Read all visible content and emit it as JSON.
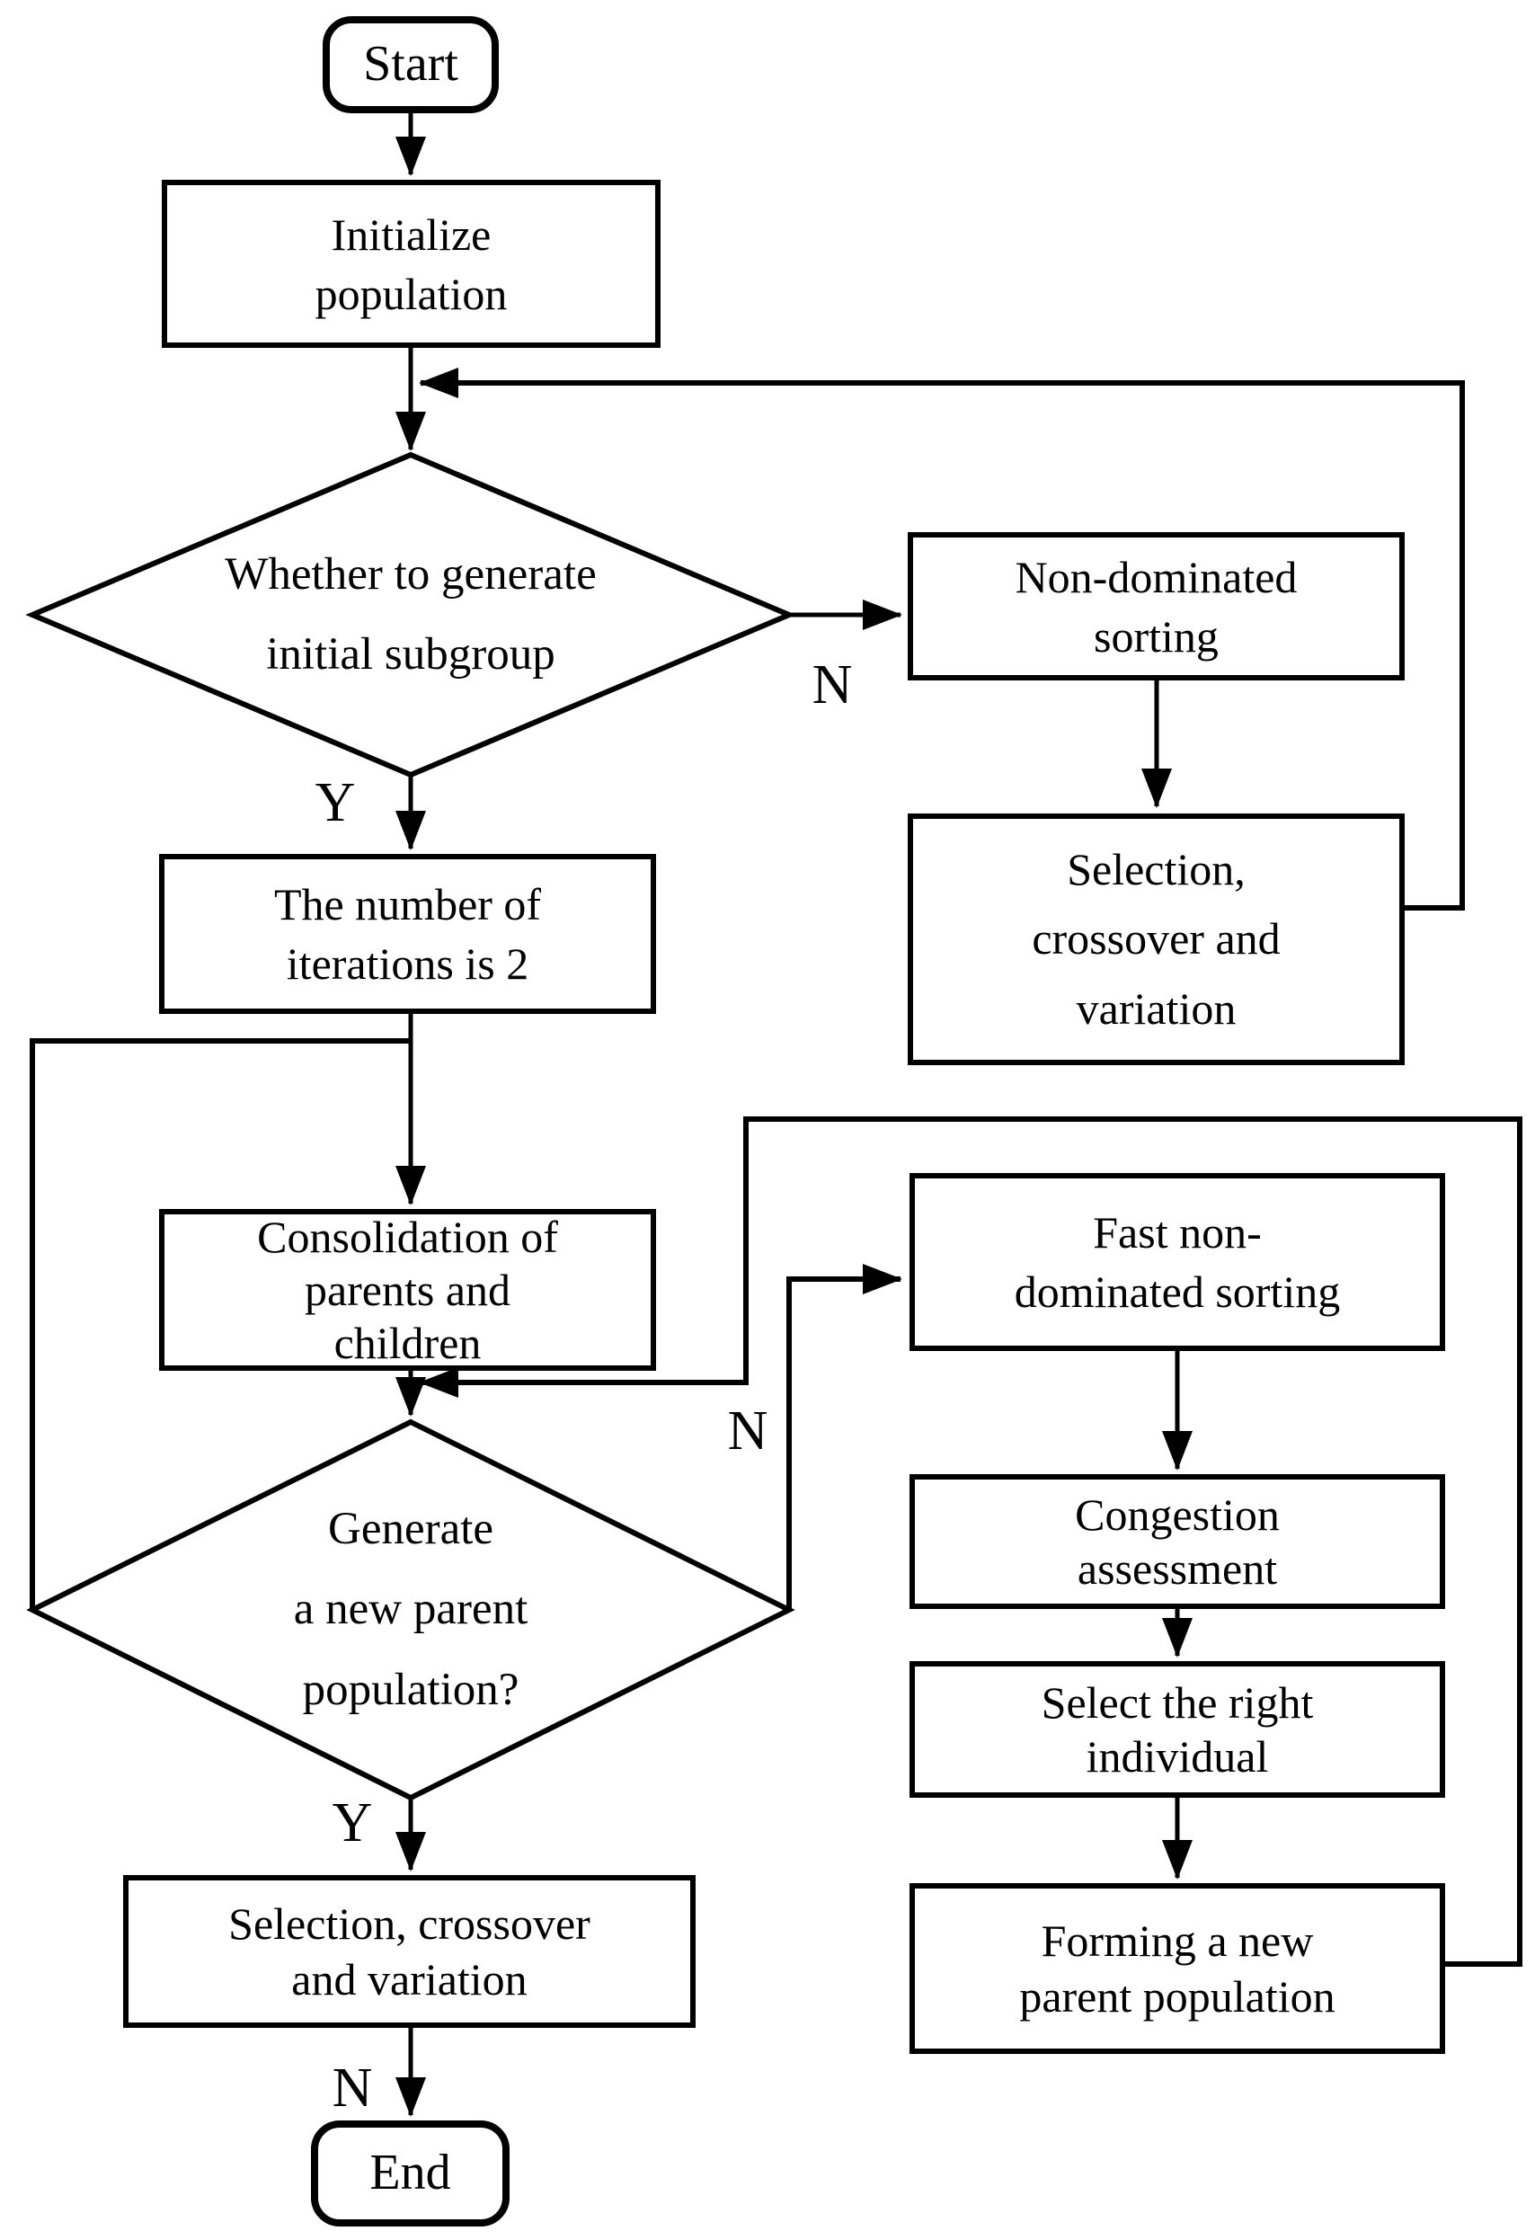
{
  "diagram": {
    "type": "flowchart",
    "colors": {
      "stroke": "#000000",
      "background": "#ffffff"
    },
    "nodes": {
      "start": {
        "label": "Start",
        "shape": "terminator"
      },
      "initialize": {
        "label": [
          "Initialize",
          "population"
        ],
        "shape": "process"
      },
      "whether_subgroup": {
        "label": [
          "Whether to generate",
          "initial subgroup"
        ],
        "shape": "decision"
      },
      "non_dominated_sorting": {
        "label": [
          "Non-dominated",
          "sorting"
        ],
        "shape": "process"
      },
      "selection_crossover_right": {
        "label": [
          "Selection,",
          "crossover and",
          "variation"
        ],
        "shape": "process"
      },
      "iterations_is_2": {
        "label": [
          "The number of",
          "iterations is 2"
        ],
        "shape": "process"
      },
      "consolidation": {
        "label": [
          "Consolidation of",
          "parents and",
          "children"
        ],
        "shape": "process"
      },
      "generate_new_parent": {
        "label": [
          "Generate",
          "a new parent",
          "population?"
        ],
        "shape": "decision"
      },
      "fast_non_dominated_sorting": {
        "label": [
          "Fast non-",
          "dominated sorting"
        ],
        "shape": "process"
      },
      "congestion_assessment": {
        "label": [
          "Congestion",
          "assessment"
        ],
        "shape": "process"
      },
      "select_right_individual": {
        "label": [
          "Select the right",
          "individual"
        ],
        "shape": "process"
      },
      "forming_new_parent": {
        "label": [
          "Forming a new",
          "parent population"
        ],
        "shape": "process"
      },
      "selection_crossover_bottom": {
        "label": [
          "Selection, crossover",
          "and variation"
        ],
        "shape": "process"
      },
      "end": {
        "label": "End",
        "shape": "terminator"
      }
    },
    "edge_labels": {
      "whether_no": "N",
      "whether_yes": "Y",
      "generate_no": "N",
      "generate_yes": "Y",
      "before_end": "N"
    }
  }
}
